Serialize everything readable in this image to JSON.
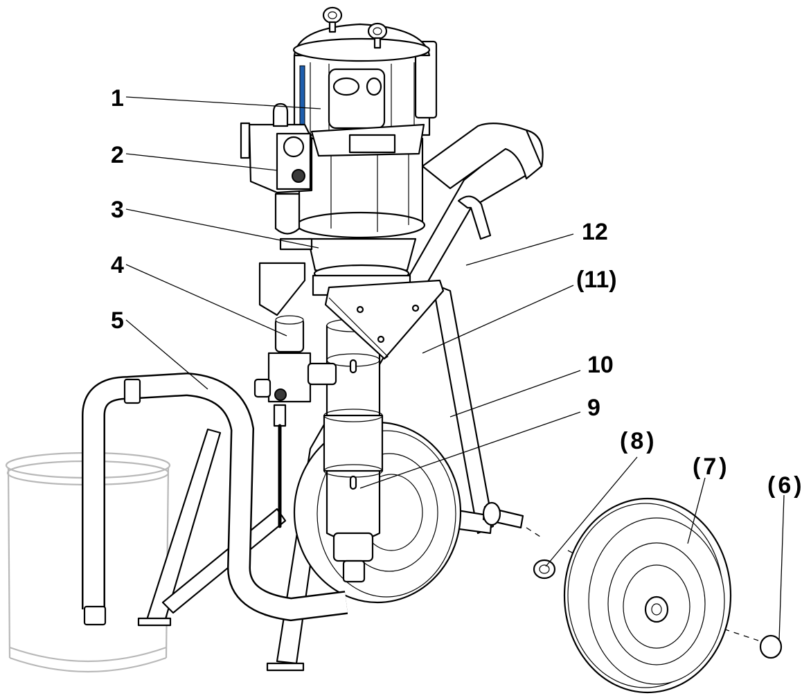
{
  "labels": {
    "l1": "1",
    "l2": "2",
    "l3": "3",
    "l4": "4",
    "l5": "5",
    "l6": "(6)",
    "l7": "(7)",
    "l8": "(8)",
    "l9": "9",
    "l10": "10",
    "l11": "(11)",
    "l12": "12"
  },
  "colors": {
    "outline": "#000000",
    "fill": "#ffffff",
    "shade": "#e6e6e6",
    "pail": "#b8b8b8",
    "motor_accent": "#1f5fae"
  }
}
